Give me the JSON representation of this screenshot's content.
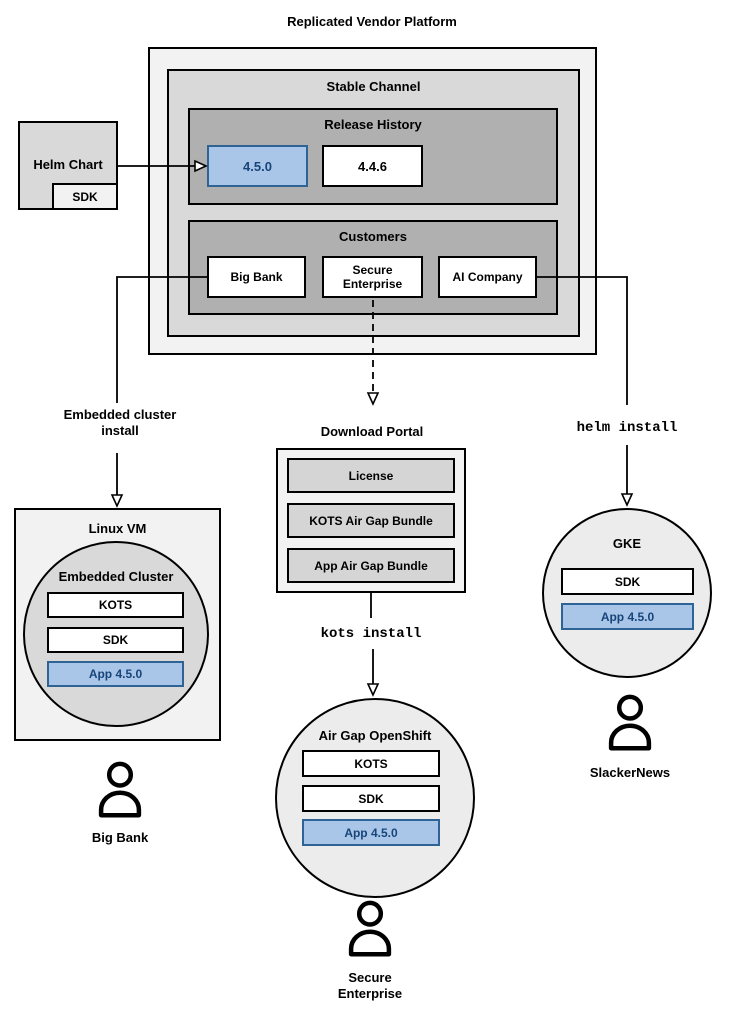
{
  "colors": {
    "highlight_fill": "#a9c6e8",
    "highlight_border": "#2e6395",
    "highlight_text": "#17457a",
    "box_border": "#000000",
    "gray_xlight": "#f2f2f2",
    "gray_light": "#d9d9d9",
    "gray_mid": "#d5d5d5",
    "gray_dark": "#b0b0b0",
    "circle_light": "#ececec"
  },
  "platform": {
    "title": "Replicated Vendor Platform",
    "stable_channel": {
      "title": "Stable Channel",
      "release_history": {
        "title": "Release History",
        "releases": [
          {
            "version": "4.5.0",
            "highlighted": true
          },
          {
            "version": "4.4.6",
            "highlighted": false
          }
        ]
      },
      "customers": {
        "title": "Customers",
        "items": [
          {
            "name": "Big Bank"
          },
          {
            "name": "Secure Enterprise"
          },
          {
            "name": "AI Company"
          }
        ]
      }
    }
  },
  "helm_chart": {
    "title": "Helm Chart",
    "sdk_label": "SDK"
  },
  "connectors": {
    "embedded_install_label": "Embedded cluster install",
    "kots_install_label": "kots install",
    "helm_install_label": "helm install"
  },
  "download_portal": {
    "title": "Download Portal",
    "items": [
      {
        "label": "License"
      },
      {
        "label": "KOTS Air Gap Bundle"
      },
      {
        "label": "App Air Gap Bundle"
      }
    ]
  },
  "linux_vm": {
    "title": "Linux VM",
    "embedded_cluster": {
      "title": "Embedded Cluster",
      "components": [
        {
          "label": "KOTS",
          "highlighted": false
        },
        {
          "label": "SDK",
          "highlighted": false
        },
        {
          "label": "App 4.5.0",
          "highlighted": true
        }
      ]
    },
    "user": "Big Bank"
  },
  "air_gap_openshift": {
    "title": "Air Gap OpenShift",
    "components": [
      {
        "label": "KOTS",
        "highlighted": false
      },
      {
        "label": "SDK",
        "highlighted": false
      },
      {
        "label": "App 4.5.0",
        "highlighted": true
      }
    ],
    "user": "Secure Enterprise"
  },
  "gke": {
    "title": "GKE",
    "components": [
      {
        "label": "SDK",
        "highlighted": false
      },
      {
        "label": "App 4.5.0",
        "highlighted": true
      }
    ],
    "user": "SlackerNews"
  }
}
